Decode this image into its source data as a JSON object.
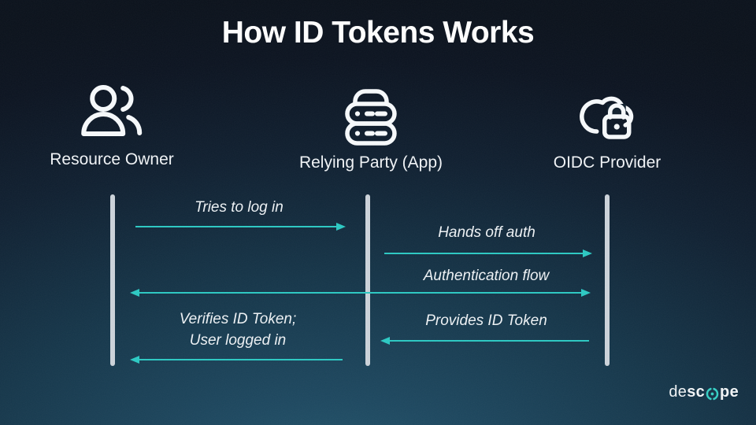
{
  "title": "How ID Tokens Works",
  "actors": [
    {
      "label": "Resource Owner",
      "icon": "users-icon"
    },
    {
      "label": "Relying Party (App)",
      "icon": "server-stack-icon"
    },
    {
      "label": "OIDC Provider",
      "icon": "cloud-lock-icon"
    }
  ],
  "messages": [
    {
      "label": "Tries to log in",
      "from": "Resource Owner",
      "to": "Relying Party (App)",
      "direction": "right"
    },
    {
      "label": "Hands off auth",
      "from": "Relying Party (App)",
      "to": "OIDC Provider",
      "direction": "right"
    },
    {
      "label": "Authentication flow",
      "from": "Resource Owner",
      "to": "OIDC Provider",
      "direction": "both"
    },
    {
      "label": "Provides ID Token",
      "from": "OIDC Provider",
      "to": "Relying Party (App)",
      "direction": "left"
    },
    {
      "label_line1": "Verifies ID Token;",
      "label_line2": "User logged in",
      "from": "Relying Party (App)",
      "to": "Resource Owner",
      "direction": "left"
    }
  ],
  "logo": {
    "part1": "de",
    "part2": "sc",
    "part3": "pe",
    "mark": "circle-dot-icon"
  },
  "colors": {
    "arrow": "#2bc9c3",
    "lifeline": "#ccd3da",
    "background_top": "#0a111b",
    "background_glow": "#245a70",
    "title_text": "#ffffff",
    "logo_accent": "#35d0c5"
  }
}
